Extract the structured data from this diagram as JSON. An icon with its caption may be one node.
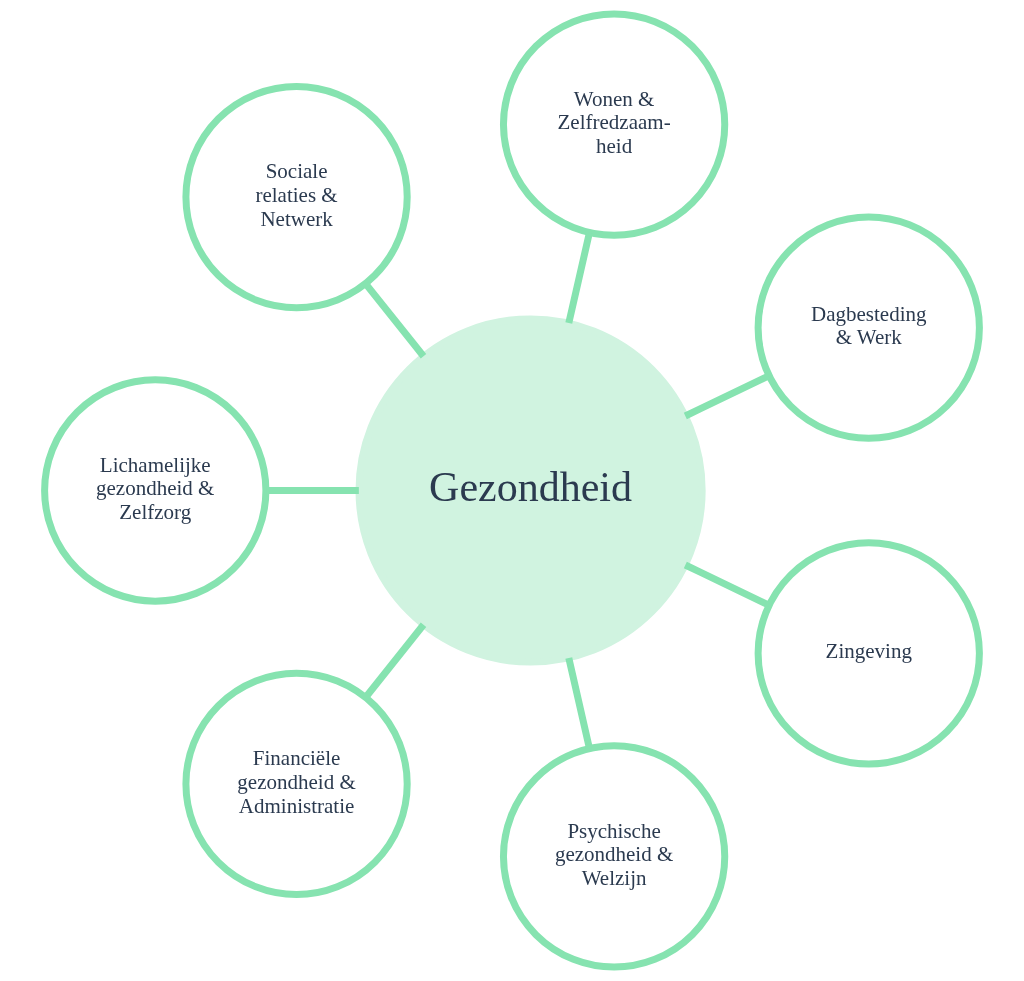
{
  "diagram": {
    "nodes": [
      {
        "text": [
          "Dagbesteding & Werk"
        ]
      },
      {
        "text": [
          "Wonen & Zelfredzaam-heid"
        ]
      },
      {
        "text": [
          "Sociale relaties & Netwerk"
        ]
      },
      {
        "text": [
          "Gezondheid"
        ]
      },
      {
        "text": [
          "Lichamelijke gezondheid & Zelfzorg"
        ]
      },
      {
        "text": [
          "Financiële gezondheid & Administratie"
        ]
      },
      {
        "text": [
          "Psychische gezondheid & Welzijn"
        ]
      },
      {
        "text": [
          "Zingeving"
        ]
      }
    ],
    "edges": [
      {
        "from": 3,
        "to": 0,
        "arrow": "none"
      },
      {
        "from": 3,
        "to": 2,
        "arrow": "none"
      },
      {
        "from": 3,
        "to": 5,
        "arrow": "none"
      },
      {
        "from": 3,
        "to": 7,
        "arrow": "none"
      },
      {
        "from": 3,
        "to": 6,
        "arrow": "none"
      },
      {
        "from": 3,
        "to": 4,
        "arrow": "none"
      },
      {
        "from": 3,
        "to": 1,
        "arrow": "none"
      }
    ]
  }
}
